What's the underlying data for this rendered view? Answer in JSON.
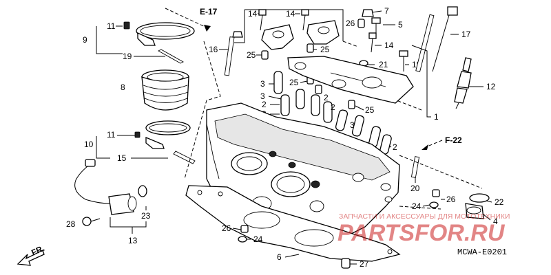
{
  "callouts": {
    "c1": "1",
    "c2a": "2",
    "c2b": "2",
    "c2c": "2",
    "c2d": "2",
    "c2e": "2",
    "c3a": "3",
    "c3b": "3",
    "c3c": "3",
    "c3d": "3",
    "c4": "4",
    "c5": "5",
    "c6": "6",
    "c7": "7",
    "c8": "8",
    "c9": "9",
    "c10": "10",
    "c11a": "11",
    "c11b": "11",
    "c12": "12",
    "c13": "13",
    "c14a": "14",
    "c14b": "14",
    "c14c": "14",
    "c15": "15",
    "c16": "16",
    "c17": "17",
    "c18": "18",
    "c19": "19",
    "c20": "20",
    "c21": "21",
    "c22": "22",
    "c23": "23",
    "c24a": "24",
    "c24b": "24",
    "c25a": "25",
    "c25b": "25",
    "c25c": "25",
    "c25d": "25",
    "c26a": "26",
    "c26b": "26",
    "c26c": "26",
    "c27": "27",
    "c28": "28"
  },
  "refs": {
    "e17": "E-17",
    "f22": "F-22",
    "fr": "FR."
  },
  "diagram_code": "MCWA-E0201",
  "watermark": {
    "top_line": "ЗАПЧАСТИ И АКСЕССУАРЫ ДЛЯ МОТОТЕХНИКИ",
    "main": "PARTSFOR.RU"
  }
}
